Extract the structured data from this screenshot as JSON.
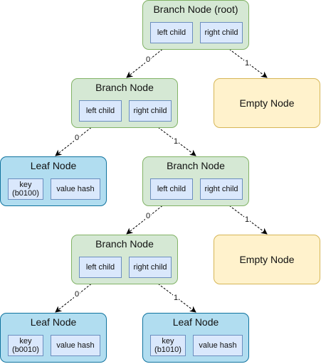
{
  "labels": {
    "branch_root": "Branch Node (root)",
    "branch": "Branch Node",
    "empty": "Empty Node",
    "leaf": "Leaf Node",
    "left_child": "left child",
    "right_child": "right child",
    "value_hash": "value hash",
    "key_b0100": "key\n(b0100)",
    "key_b0010": "key\n(b0010)",
    "key_b1010": "key\n(b1010)",
    "bit_0": "0",
    "bit_1": "1"
  },
  "colors": {
    "branch_fill": "#d5e8d4",
    "branch_stroke": "#82b366",
    "empty_fill": "#fff2cc",
    "empty_stroke": "#d6b656",
    "leaf_fill": "#b1ddf0",
    "leaf_stroke": "#10739e",
    "slot_fill": "#dae8fc",
    "slot_stroke": "#6c8ebf"
  }
}
